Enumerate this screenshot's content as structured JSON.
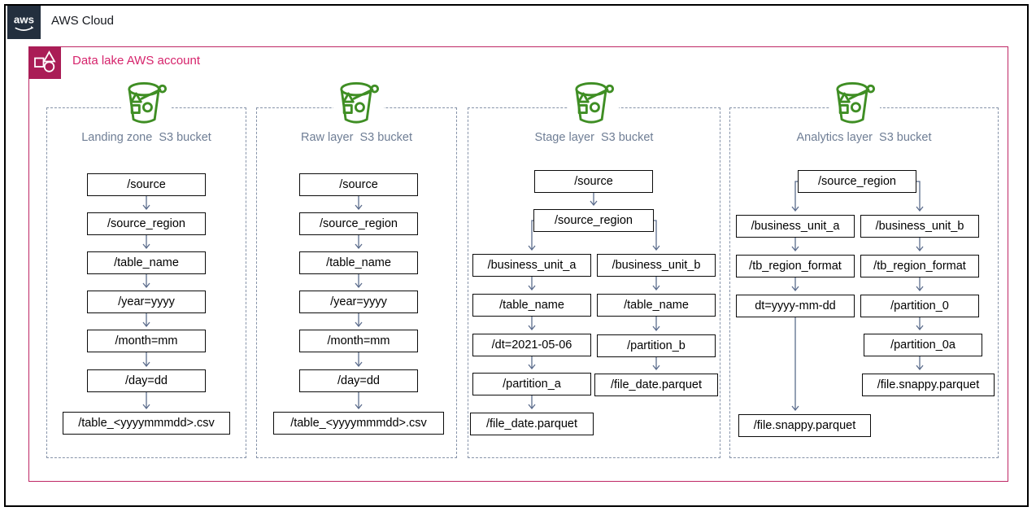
{
  "header": {
    "title": "AWS Cloud"
  },
  "logo": {
    "text": "aws"
  },
  "account": {
    "title": "Data lake AWS account"
  },
  "colors": {
    "aws_navy": "#232F3E",
    "account_pink_border": "#BE2765",
    "account_pink_text": "#D6246C",
    "account_icon_bg": "#AA1D56",
    "bucket_green": "#3F8E24",
    "column_title": "#6F7E95",
    "connector": "#5B6C8C",
    "dashed_border": "#8693A9"
  },
  "columns": [
    {
      "title": "Landing zone  S3 bucket",
      "icon": "s3-bucket-icon",
      "boxes": [
        "/source",
        "/source_region",
        "/table_name",
        "/year=yyyy",
        "/month=mm",
        "/day=dd",
        "/table_<yyyymmmdd>.csv"
      ]
    },
    {
      "title": "Raw layer  S3 bucket",
      "icon": "s3-bucket-icon",
      "boxes": [
        "/source",
        "/source_region",
        "/table_name",
        "/year=yyyy",
        "/month=mm",
        "/day=dd",
        "/table_<yyyymmmdd>.csv"
      ]
    },
    {
      "title": "Stage layer  S3 bucket",
      "icon": "s3-bucket-icon",
      "root": [
        "/source",
        "/source_region"
      ],
      "branch_a": [
        "/business_unit_a",
        "/table_name",
        "/dt=2021-05-06",
        "/partition_a",
        "/file_date.parquet"
      ],
      "branch_b": [
        "/business_unit_b",
        "/table_name",
        "/partition_b",
        "/file_date.parquet"
      ]
    },
    {
      "title": "Analytics layer  S3 bucket",
      "icon": "s3-bucket-icon",
      "root": [
        "/source_region"
      ],
      "branch_a": [
        "/business_unit_a",
        "/tb_region_format",
        "dt=yyyy-mm-dd",
        "/file.snappy.parquet"
      ],
      "branch_b": [
        "/business_unit_b",
        "/tb_region_format",
        "/partition_0",
        "/partition_0a",
        "/file.snappy.parquet"
      ]
    }
  ]
}
